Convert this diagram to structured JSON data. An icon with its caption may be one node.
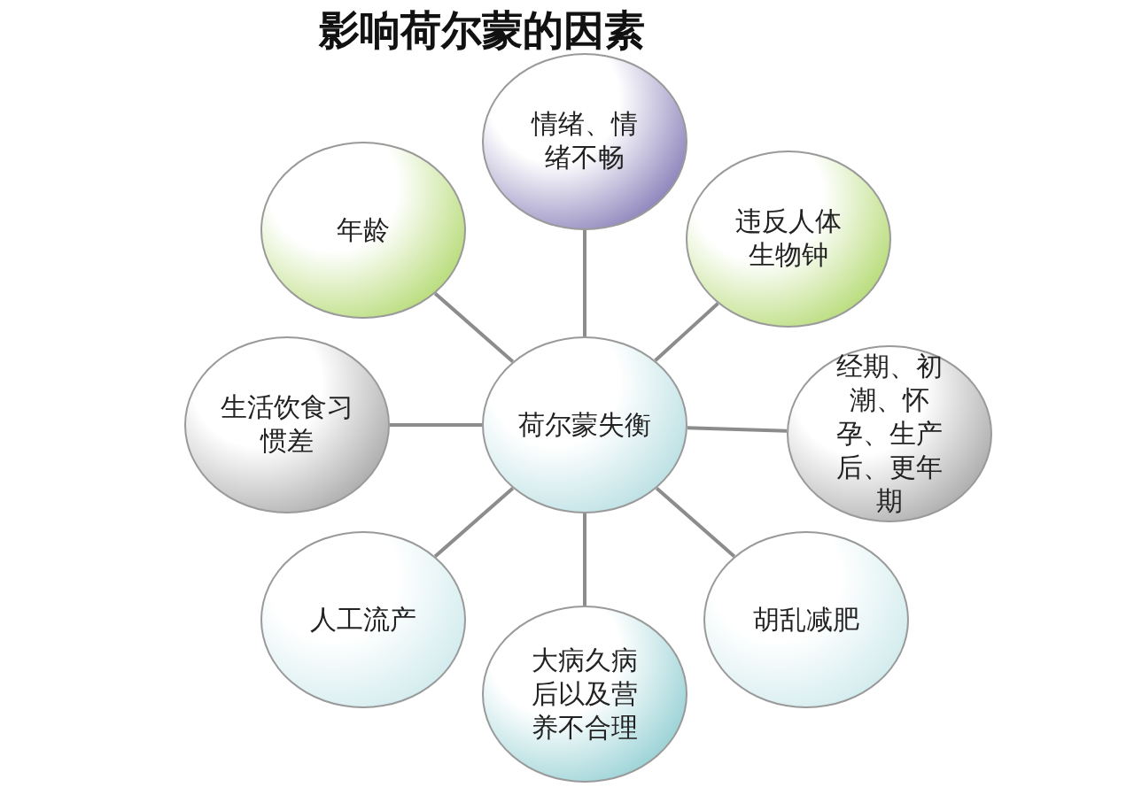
{
  "diagram": {
    "title": "影响荷尔蒙的因素",
    "nodes": [
      {
        "text": [
          "情绪、情绪不畅"
        ]
      },
      {
        "text": [
          "年龄"
        ]
      },
      {
        "text": [
          "违反人体生物钟"
        ]
      },
      {
        "text": [
          "生活饮食习惯差"
        ]
      },
      {
        "text": [
          "荷尔蒙失衡"
        ]
      },
      {
        "text": [
          "经期、初潮、怀孕、生产后、更年期"
        ]
      },
      {
        "text": [
          "人工流产"
        ]
      },
      {
        "text": [
          "胡乱减肥"
        ]
      },
      {
        "text": [
          "大病久病后以及营养不合理"
        ]
      }
    ],
    "edges": [
      {
        "from": 4,
        "to": 0,
        "arrow": "none"
      },
      {
        "from": 4,
        "to": 1,
        "arrow": "none"
      },
      {
        "from": 4,
        "to": 2,
        "arrow": "none"
      },
      {
        "from": 4,
        "to": 3,
        "arrow": "none"
      },
      {
        "from": 4,
        "to": 5,
        "arrow": "none"
      },
      {
        "from": 4,
        "to": 6,
        "arrow": "none"
      },
      {
        "from": 4,
        "to": 7,
        "arrow": "none"
      },
      {
        "from": 4,
        "to": 8,
        "arrow": "none"
      }
    ]
  }
}
